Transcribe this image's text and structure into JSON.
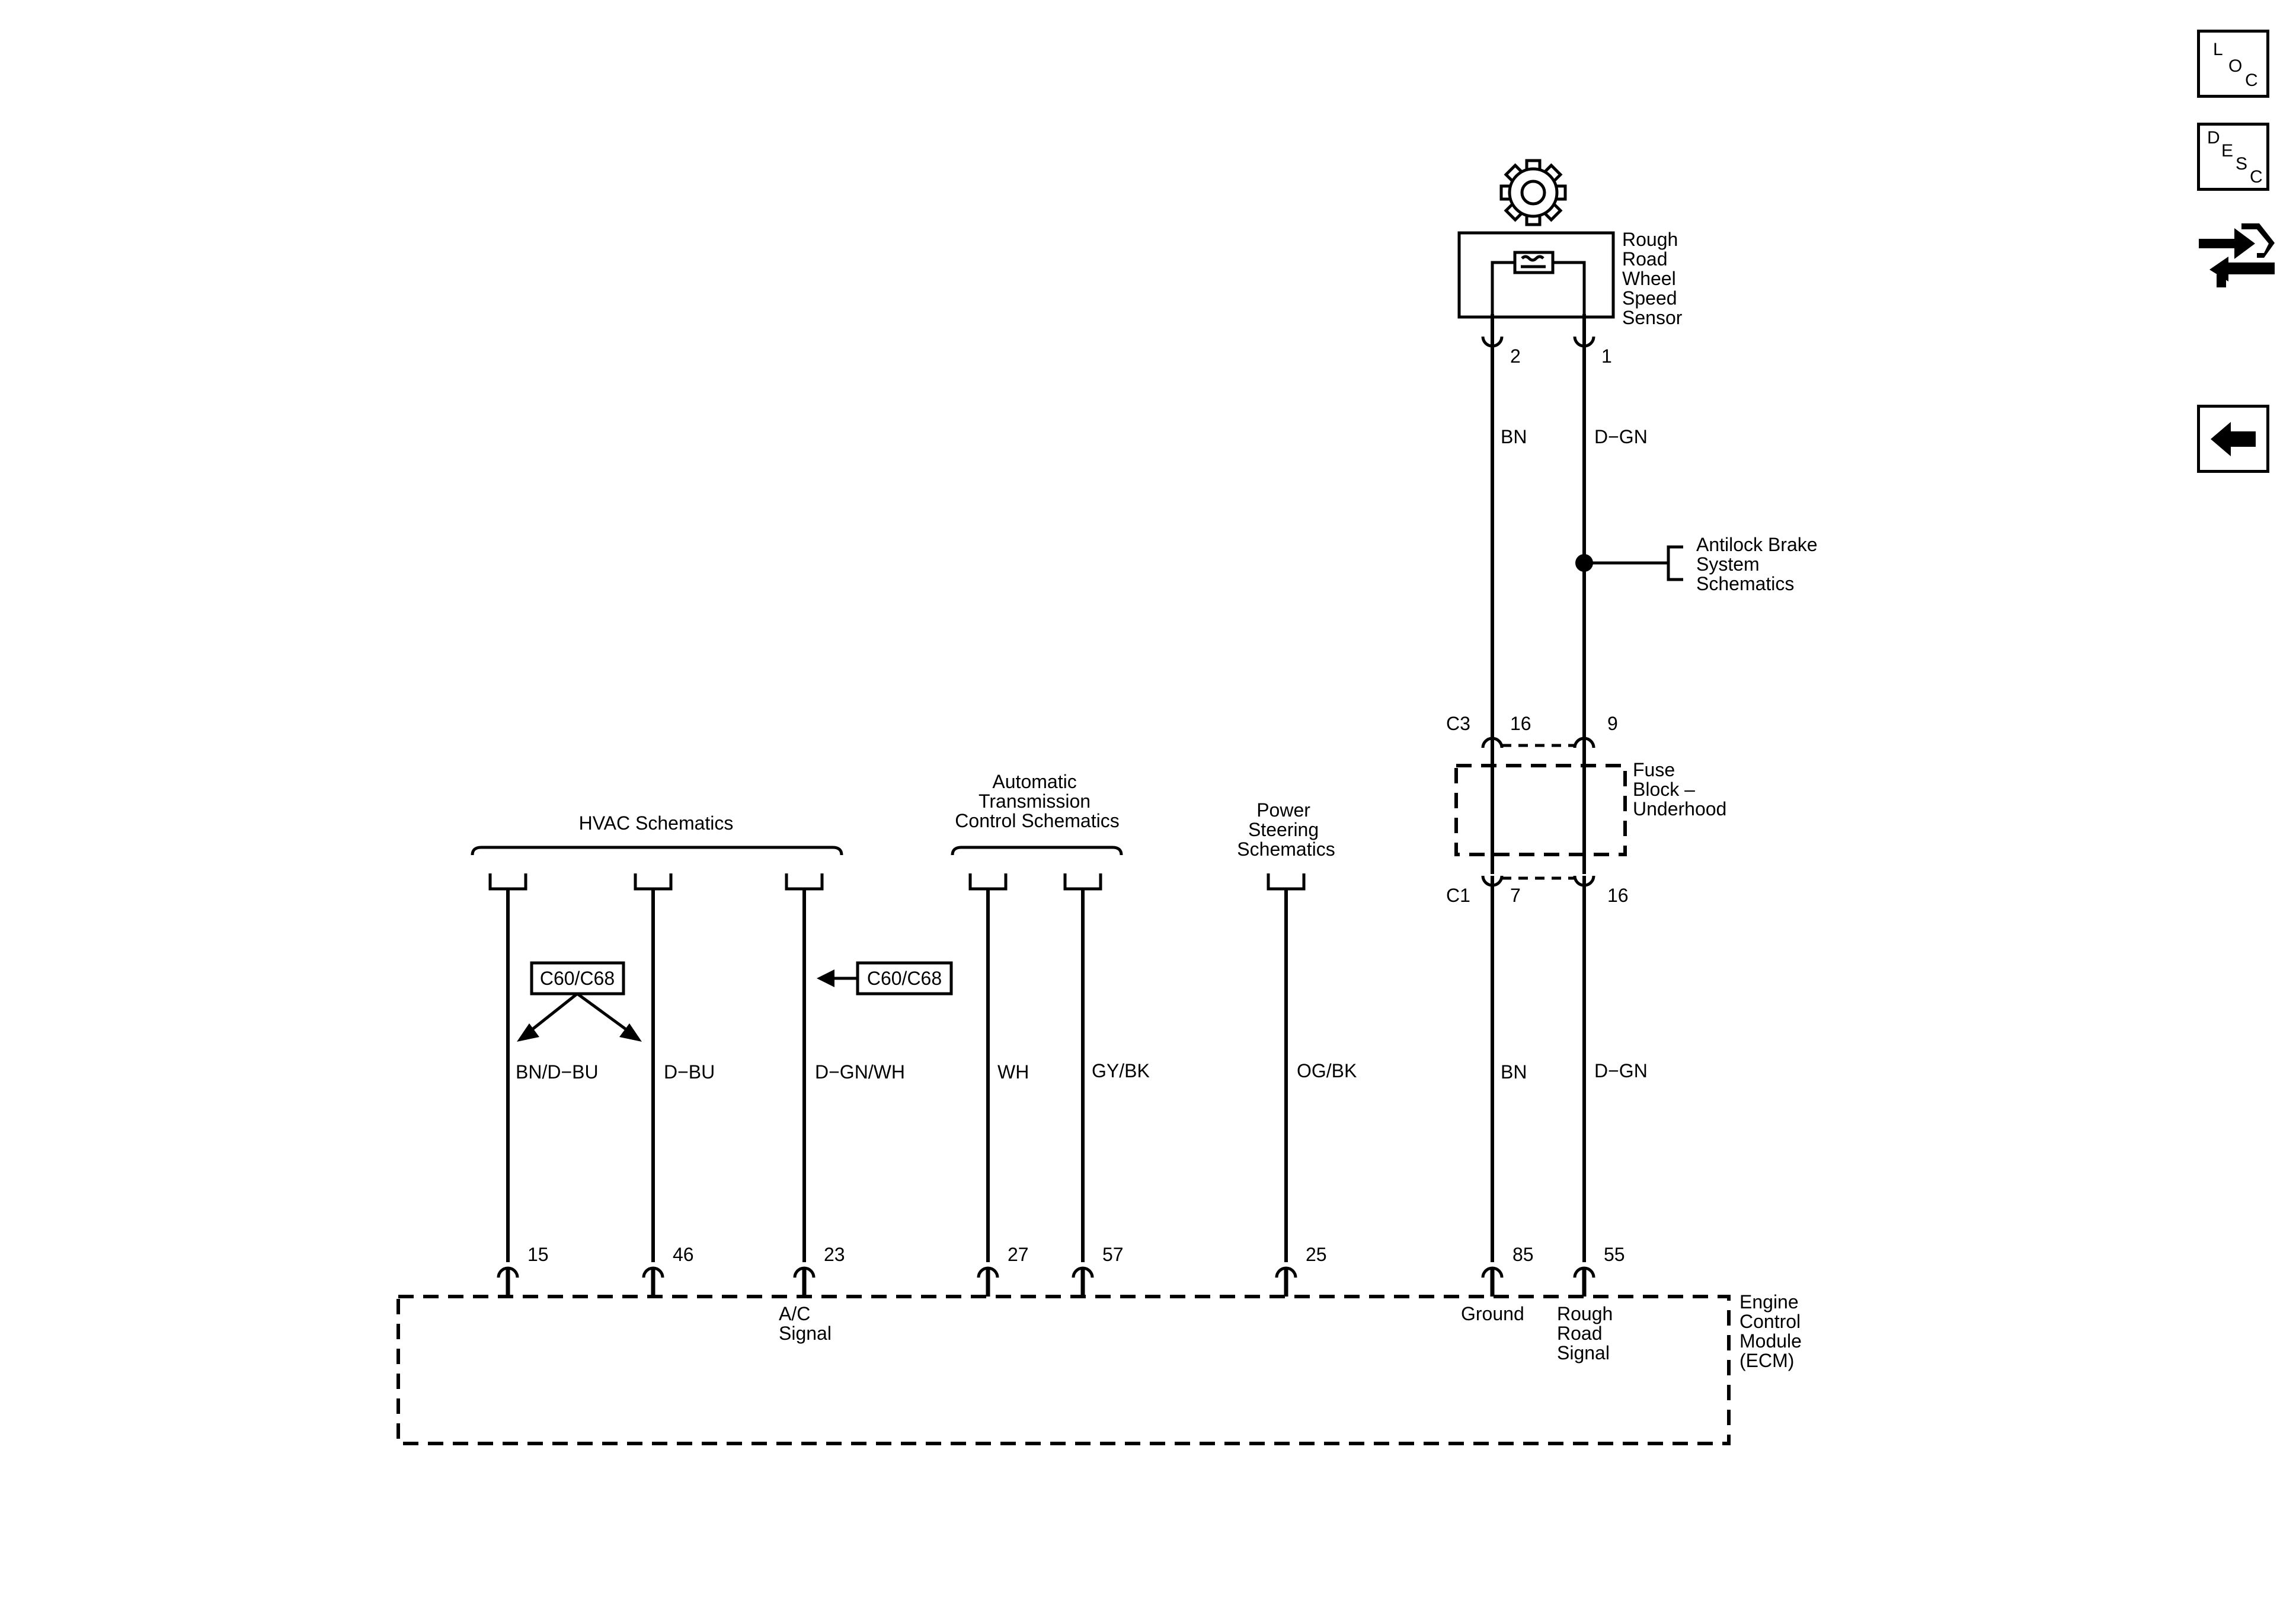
{
  "nav": {
    "loc": {
      "l1": "L",
      "l2": "O",
      "l3": "C"
    },
    "desc": {
      "l1": "D",
      "l2": "E",
      "l3": "S",
      "l4": "C"
    }
  },
  "sensor": {
    "label": [
      "Rough",
      "Road",
      "Wheel",
      "Speed",
      "Sensor"
    ],
    "pin_left": "2",
    "pin_right": "1"
  },
  "wires_upper": {
    "left": "BN",
    "right": "D−GN"
  },
  "abs": {
    "label": [
      "Antilock Brake",
      "System",
      "Schematics"
    ]
  },
  "fuse_block": {
    "label": [
      "Fuse",
      "Block –",
      "Underhood"
    ],
    "c3": "C3",
    "c3_pin_left": "16",
    "c3_pin_right": "9",
    "c1": "C1",
    "c1_pin_left": "7",
    "c1_pin_right": "16"
  },
  "hvac": {
    "title": "HVAC Schematics",
    "option_badge_left": "C60/C68",
    "option_badge_right": "C60/C68"
  },
  "trans": {
    "title": [
      "Automatic",
      "Transmission",
      "Control Schematics"
    ]
  },
  "steering": {
    "title": [
      "Power",
      "Steering",
      "Schematics"
    ]
  },
  "wires_lower": [
    {
      "color": "BN/D−BU",
      "pin": "15"
    },
    {
      "color": "D−BU",
      "pin": "46"
    },
    {
      "color": "D−GN/WH",
      "pin": "23"
    },
    {
      "color": "WH",
      "pin": "27"
    },
    {
      "color": "GY/BK",
      "pin": "57"
    },
    {
      "color": "OG/BK",
      "pin": "25"
    },
    {
      "color": "BN",
      "pin": "85"
    },
    {
      "color": "D−GN",
      "pin": "55"
    }
  ],
  "ecm": {
    "label": [
      "Engine",
      "Control",
      "Module",
      "(ECM)"
    ],
    "ac_signal": [
      "A/C",
      "Signal"
    ],
    "ground": "Ground",
    "rough_road": [
      "Rough",
      "Road",
      "Signal"
    ]
  }
}
